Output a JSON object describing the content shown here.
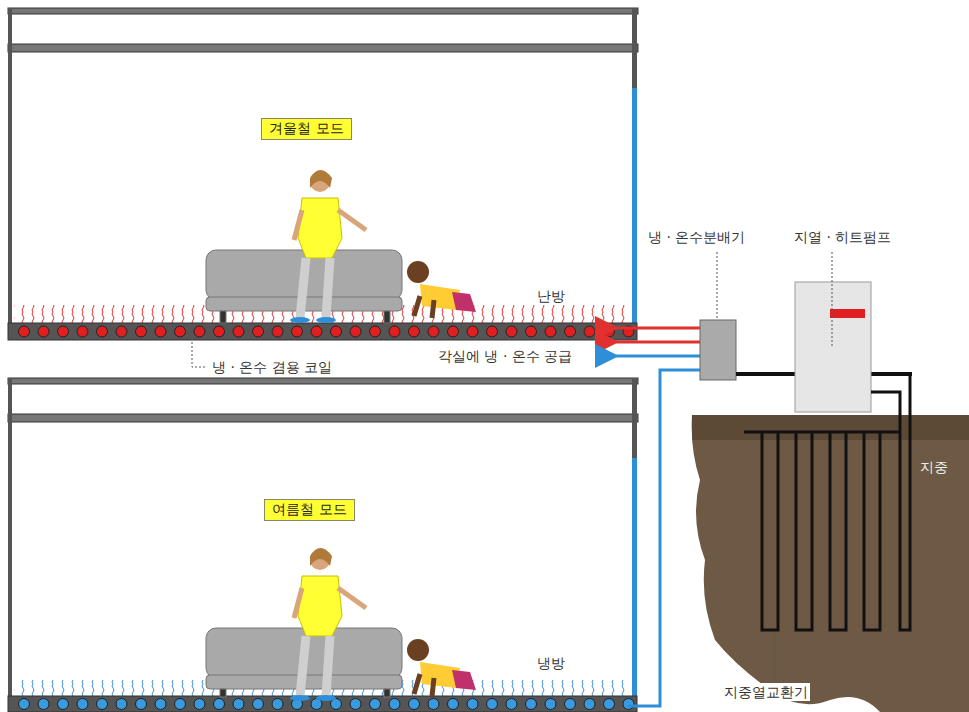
{
  "diagram": {
    "nodes": [
      {
        "text": [
          "겨울철 모드"
        ]
      },
      {
        "text": [
          "여름철 모드"
        ]
      }
    ],
    "labels": [
      "난방",
      "냉 · 온수 겸용 코일",
      "각실에 냉 · 온수 공급",
      "냉 · 온수분배기",
      "지열 · 히트펌프",
      "지중",
      "냉방",
      "지중열교환기"
    ]
  }
}
